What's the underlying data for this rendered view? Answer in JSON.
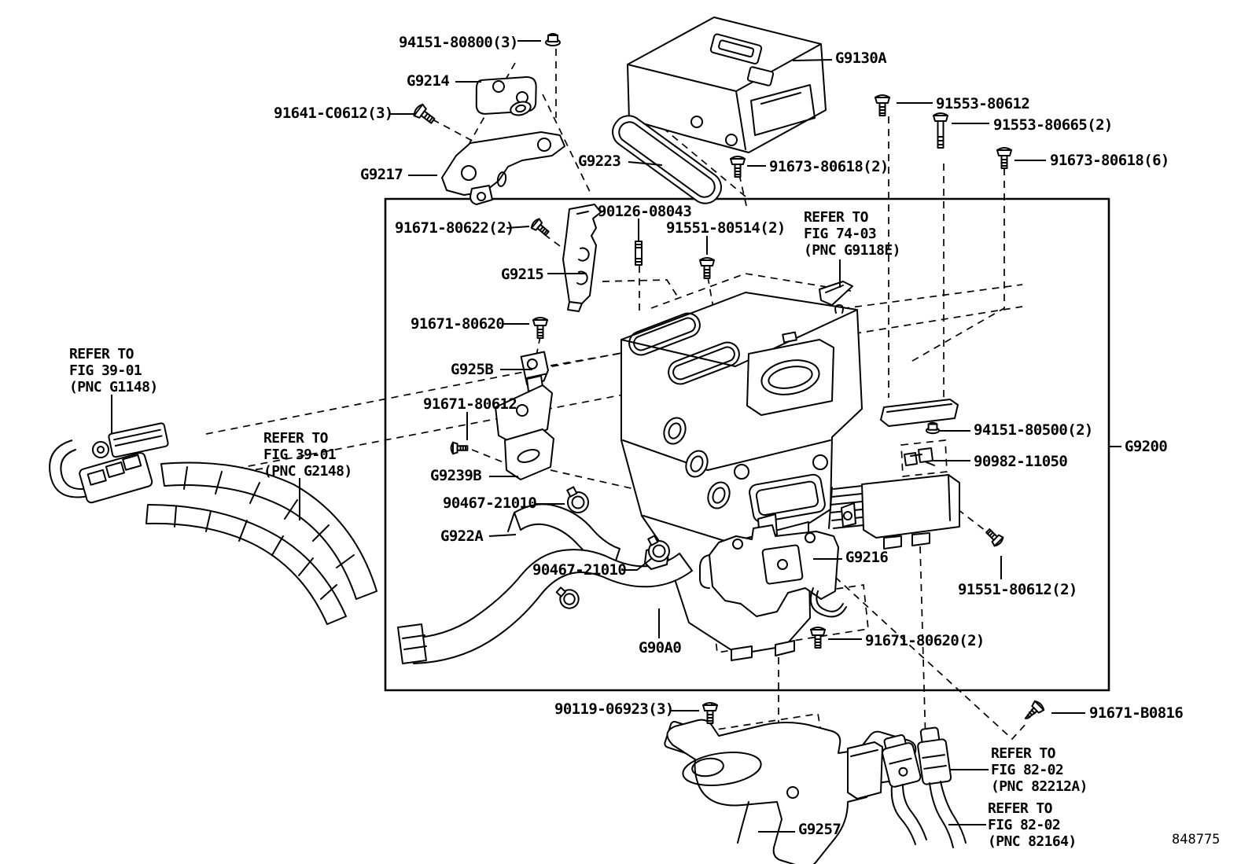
{
  "figure": {
    "number": "848775"
  },
  "labels": {
    "p94151_80800": "94151-80800(3)",
    "g9214": "G9214",
    "p91641_c0612": "91641-C0612(3)",
    "g9217": "G9217",
    "g9130a": "G9130A",
    "g9223": "G9223",
    "p91673_80618_2": "91673-80618(2)",
    "p91553_80612": "91553-80612",
    "p91553_80665": "91553-80665(2)",
    "p91673_80618_6": "91673-80618(6)",
    "p91671_80622": "91671-80622(2)",
    "p90126_08043": "90126-08043",
    "p91551_80514": "91551-80514(2)",
    "g9215": "G9215",
    "p91671_80620": "91671-80620",
    "g925b": "G925B",
    "p91671_80612": "91671-80612",
    "g9239b": "G9239B",
    "p90467_21010_a": "90467-21010",
    "g922a": "G922A",
    "p90467_21010_b": "90467-21010",
    "g9216": "G9216",
    "g90a0": "G90A0",
    "p91671_80620_2": "91671-80620(2)",
    "p91551_80612_2": "91551-80612(2)",
    "p94151_80500": "94151-80500(2)",
    "p90982_11050": "90982-11050",
    "g9200": "G9200",
    "p90119_06923": "90119-06923(3)",
    "g9257": "G9257",
    "p91671_b0816": "91671-B0816"
  },
  "notes": {
    "fig39_g1148": "REFER TO\nFIG 39-01\n(PNC G1148)",
    "fig39_g2148": "REFER TO\nFIG 39-01\n(PNC G2148)",
    "fig74_g9118e": "REFER TO\nFIG 74-03\n(PNC G9118E)",
    "fig82_82212a": "REFER TO\nFIG 82-02\n(PNC 82212A)",
    "fig82_82164": "REFER TO\nFIG 82-02\n(PNC 82164)"
  },
  "colors": {
    "line": "#000000",
    "background": "#ffffff"
  }
}
